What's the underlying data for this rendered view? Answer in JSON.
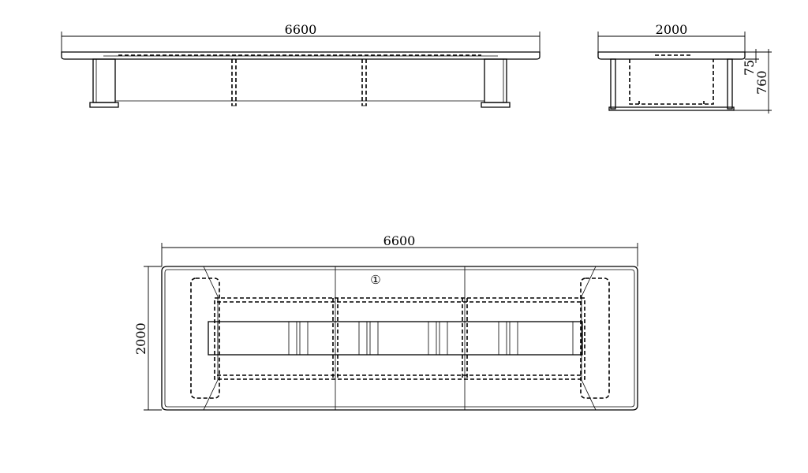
{
  "views": {
    "front": {
      "width_label": "6600"
    },
    "side": {
      "width_label": "2000",
      "top_thickness_label": "75",
      "height_label": "760"
    },
    "plan": {
      "width_label": "6600",
      "depth_label": "2000",
      "part_marker": "①"
    }
  }
}
